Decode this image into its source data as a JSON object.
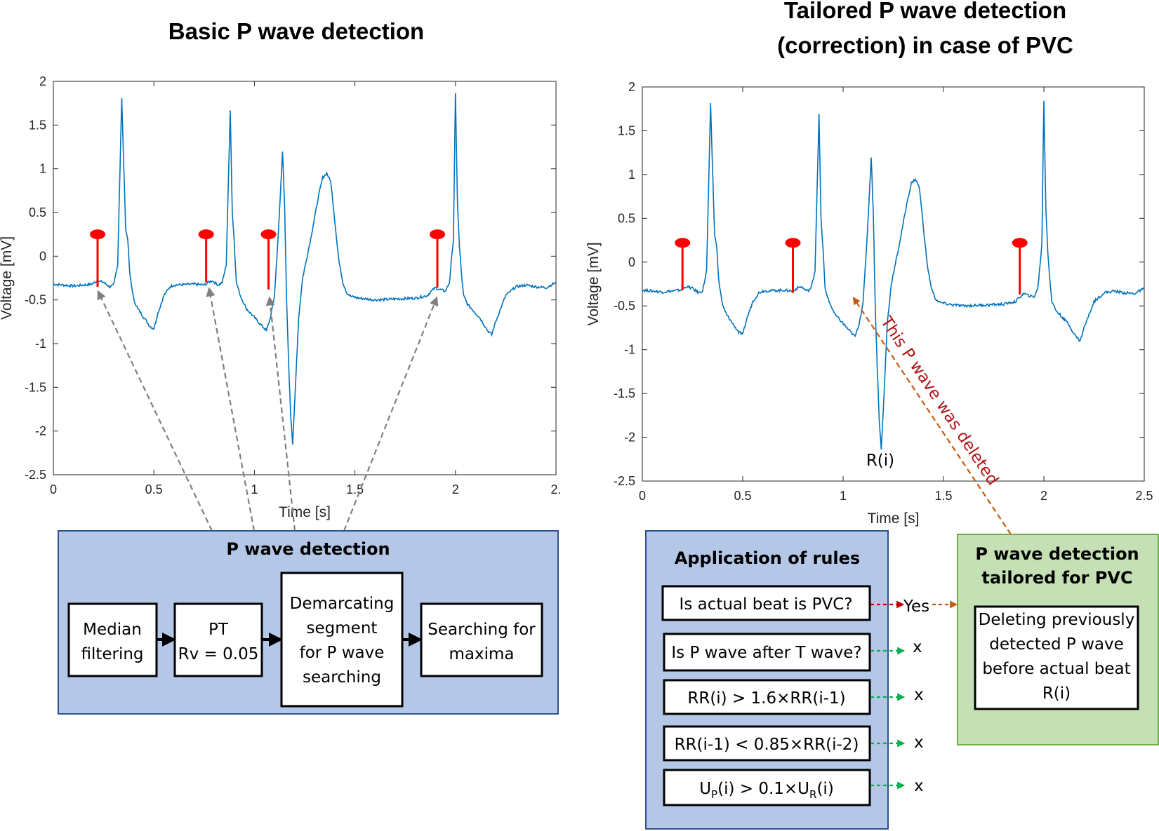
{
  "left_panel": {
    "title": "Basic P wave detection",
    "pipeline": {
      "header": "P wave detection",
      "steps": [
        {
          "lines": [
            "Median",
            "filtering"
          ]
        },
        {
          "lines": [
            "PT",
            "Rv = 0.05"
          ]
        },
        {
          "lines": [
            "Demarcating",
            "segment",
            "for P wave",
            "searching"
          ]
        },
        {
          "lines": [
            "Searching for",
            "maxima"
          ]
        }
      ]
    }
  },
  "right_panel": {
    "title_lines": [
      "Tailored P wave detection",
      "(correction) in case of PVC"
    ],
    "beat_label": "R(i)",
    "deleted_annotation": "This P wave was deleted",
    "rules_box": {
      "header": "Application of rules",
      "rules": [
        {
          "text": "Is actual beat is PVC?",
          "outcome": "Yes"
        },
        {
          "text": "Is P wave after T wave?",
          "outcome": "x"
        },
        {
          "text": "RR(i) > 1.6×RR(i-1)",
          "outcome": "x"
        },
        {
          "text": "RR(i-1) < 0.85×RR(i-2)",
          "outcome": "x"
        },
        {
          "text_parts": [
            "U",
            "P",
            "(i) > 0.1×U",
            "R",
            "(i)"
          ],
          "outcome": "x"
        }
      ]
    },
    "tailored_box": {
      "header_lines": [
        "P wave detection",
        "tailored for PVC"
      ],
      "inner_lines": [
        "Deleting previously",
        "detected P wave",
        "before actual beat",
        "R(i)"
      ]
    }
  },
  "colors": {
    "signal": "#0072bd",
    "p_marker": "#ff0000",
    "pipeline_fill": "#b4c7e7",
    "pipeline_border": "#2f528f",
    "tailored_fill": "#c5e0b4",
    "tailored_border": "#70ad47",
    "arrow_gray": "#808080",
    "arrow_red": "#c00000",
    "arrow_orange": "#c55a11",
    "arrow_green": "#00b050"
  },
  "chart_data": [
    {
      "type": "line",
      "title": "",
      "xlabel": "Time [s]",
      "ylabel": "Voltage [mV]",
      "xlim": [
        0,
        2.5
      ],
      "ylim": [
        -2.5,
        2
      ],
      "xticks": [
        "0",
        "0.5",
        "1",
        "1.5",
        "2",
        "2."
      ],
      "yticks": [
        "-2.5",
        "-2",
        "-1.5",
        "-1",
        "-0.5",
        "0",
        "0.5",
        "1",
        "1.5",
        "2"
      ],
      "grid": false,
      "series": [
        {
          "x": [
            0,
            0.1,
            0.15,
            0.19,
            0.22,
            0.25,
            0.28,
            0.3,
            0.32,
            0.34,
            0.36,
            0.37,
            0.38,
            0.4,
            0.42,
            0.45,
            0.48,
            0.5,
            0.52,
            0.55,
            0.58,
            0.6,
            0.7,
            0.75,
            0.77,
            0.79,
            0.82,
            0.84,
            0.86,
            0.88,
            0.89,
            0.9,
            0.91,
            0.93,
            0.96,
            1.0,
            1.03,
            1.06,
            1.08,
            1.1,
            1.12,
            1.14,
            1.15,
            1.16,
            1.17,
            1.18,
            1.19,
            1.2,
            1.21,
            1.22,
            1.24,
            1.28,
            1.32,
            1.34,
            1.36,
            1.38,
            1.4,
            1.42,
            1.44,
            1.46,
            1.48,
            1.52,
            1.6,
            1.8,
            1.86,
            1.88,
            1.9,
            1.92,
            1.95,
            1.97,
            1.99,
            2.0,
            2.01,
            2.02,
            2.03,
            2.04,
            2.06,
            2.08,
            2.12,
            2.16,
            2.18,
            2.2,
            2.25,
            2.3,
            2.35,
            2.4,
            2.45,
            2.5
          ],
          "y": [
            -0.32,
            -0.34,
            -0.33,
            -0.32,
            -0.28,
            -0.3,
            -0.35,
            -0.33,
            -0.1,
            1.8,
            0.3,
            0.2,
            -0.2,
            -0.5,
            -0.6,
            -0.7,
            -0.8,
            -0.83,
            -0.65,
            -0.45,
            -0.35,
            -0.33,
            -0.32,
            -0.33,
            -0.3,
            -0.28,
            -0.33,
            -0.3,
            -0.1,
            1.68,
            0.5,
            0.15,
            -0.3,
            -0.45,
            -0.6,
            -0.7,
            -0.78,
            -0.85,
            -0.7,
            -0.45,
            0.3,
            1.2,
            0.6,
            -0.5,
            -1.2,
            -1.8,
            -2.14,
            -1.7,
            -1.2,
            -0.7,
            -0.25,
            0.2,
            0.7,
            0.9,
            0.95,
            0.85,
            0.4,
            -0.05,
            -0.3,
            -0.42,
            -0.46,
            -0.48,
            -0.5,
            -0.48,
            -0.45,
            -0.4,
            -0.36,
            -0.38,
            -0.4,
            -0.3,
            0.2,
            1.85,
            0.6,
            0.1,
            -0.2,
            -0.45,
            -0.55,
            -0.6,
            -0.7,
            -0.85,
            -0.9,
            -0.75,
            -0.45,
            -0.35,
            -0.33,
            -0.35,
            -0.36,
            -0.3
          ]
        }
      ],
      "p_markers": {
        "x": [
          0.22,
          0.76,
          1.07,
          1.91
        ],
        "y_base": [
          -0.35,
          -0.3,
          -0.38,
          -0.36
        ],
        "y_top": 0.25
      }
    },
    {
      "type": "line",
      "title": "",
      "xlabel": "Time [s]",
      "ylabel": "Voltage [mV]",
      "xlim": [
        0,
        2.5
      ],
      "ylim": [
        -2.5,
        2
      ],
      "xticks": [
        "0",
        "0.5",
        "1",
        "1.5",
        "2",
        "2.5"
      ],
      "yticks": [
        "-2.5",
        "-2",
        "-1.5",
        "-1",
        "-0.5",
        "0",
        "0.5",
        "1",
        "1.5",
        "2"
      ],
      "grid": false,
      "series": [
        {
          "x": [
            0,
            0.1,
            0.15,
            0.19,
            0.22,
            0.25,
            0.28,
            0.3,
            0.32,
            0.34,
            0.36,
            0.37,
            0.38,
            0.4,
            0.42,
            0.45,
            0.48,
            0.5,
            0.52,
            0.55,
            0.58,
            0.6,
            0.7,
            0.75,
            0.77,
            0.79,
            0.82,
            0.84,
            0.86,
            0.88,
            0.89,
            0.9,
            0.91,
            0.93,
            0.96,
            1.0,
            1.03,
            1.06,
            1.08,
            1.1,
            1.12,
            1.14,
            1.15,
            1.16,
            1.17,
            1.18,
            1.19,
            1.2,
            1.21,
            1.22,
            1.24,
            1.28,
            1.32,
            1.34,
            1.36,
            1.38,
            1.4,
            1.42,
            1.44,
            1.46,
            1.48,
            1.52,
            1.6,
            1.8,
            1.86,
            1.88,
            1.9,
            1.92,
            1.95,
            1.97,
            1.99,
            2.0,
            2.01,
            2.02,
            2.03,
            2.04,
            2.06,
            2.08,
            2.12,
            2.16,
            2.18,
            2.2,
            2.25,
            2.3,
            2.35,
            2.4,
            2.45,
            2.5
          ],
          "y": [
            -0.32,
            -0.34,
            -0.33,
            -0.32,
            -0.28,
            -0.3,
            -0.35,
            -0.33,
            -0.1,
            1.8,
            0.3,
            0.2,
            -0.2,
            -0.5,
            -0.6,
            -0.7,
            -0.8,
            -0.83,
            -0.65,
            -0.45,
            -0.35,
            -0.33,
            -0.32,
            -0.33,
            -0.3,
            -0.28,
            -0.33,
            -0.3,
            -0.1,
            1.68,
            0.5,
            0.15,
            -0.3,
            -0.45,
            -0.6,
            -0.7,
            -0.78,
            -0.85,
            -0.7,
            -0.45,
            0.3,
            1.2,
            0.6,
            -0.5,
            -1.2,
            -1.8,
            -2.14,
            -1.7,
            -1.2,
            -0.7,
            -0.25,
            0.2,
            0.7,
            0.9,
            0.95,
            0.85,
            0.4,
            -0.05,
            -0.3,
            -0.42,
            -0.46,
            -0.48,
            -0.5,
            -0.48,
            -0.45,
            -0.4,
            -0.36,
            -0.38,
            -0.4,
            -0.3,
            0.2,
            1.85,
            0.6,
            0.1,
            -0.2,
            -0.45,
            -0.55,
            -0.6,
            -0.7,
            -0.85,
            -0.9,
            -0.75,
            -0.45,
            -0.35,
            -0.33,
            -0.35,
            -0.36,
            -0.3
          ]
        }
      ],
      "p_markers": {
        "x": [
          0.2,
          0.75,
          1.88
        ],
        "y_base": [
          -0.32,
          -0.35,
          -0.37
        ],
        "y_top": 0.22
      }
    }
  ]
}
